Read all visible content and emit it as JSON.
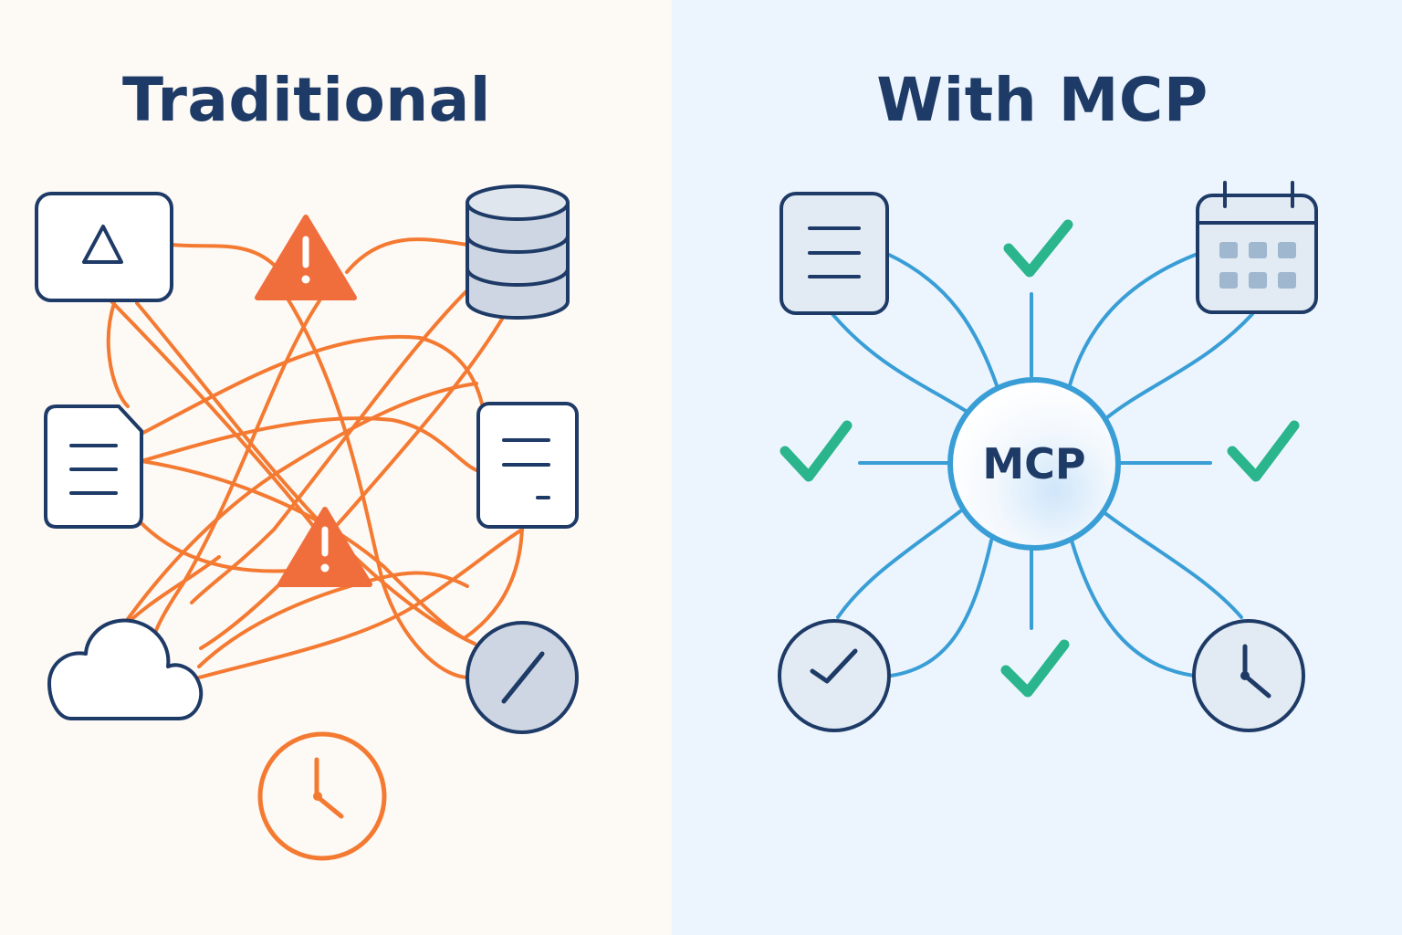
{
  "left": {
    "title": "Traditional",
    "nodes": [
      {
        "name": "drive-box",
        "icon": "triangle-icon"
      },
      {
        "name": "database",
        "icon": "database-icon"
      },
      {
        "name": "document-left",
        "icon": "document-icon"
      },
      {
        "name": "document-right",
        "icon": "document-icon"
      },
      {
        "name": "cloud",
        "icon": "cloud-icon"
      },
      {
        "name": "blocked-circle",
        "icon": "slash-circle-icon"
      }
    ],
    "alerts": [
      {
        "icon": "warning-icon"
      },
      {
        "icon": "warning-icon"
      }
    ],
    "timer_icon": "clock-icon"
  },
  "right": {
    "title": "With MCP",
    "hub_label": "MCP",
    "nodes": [
      {
        "name": "document",
        "icon": "document-icon"
      },
      {
        "name": "calendar",
        "icon": "calendar-icon"
      },
      {
        "name": "check-clock",
        "icon": "check-circle-icon"
      },
      {
        "name": "clock",
        "icon": "clock-icon"
      }
    ],
    "checks": 4
  },
  "colors": {
    "left_bg": "#fdf9f5",
    "right_bg": "#ecf5fd",
    "navy": "#1e3a66",
    "orange": "#f47a32",
    "alert_orange": "#f06e3c",
    "blue_line": "#3a9ed6",
    "check_green": "#2bb58c",
    "node_fill_gray": "#cdd6e2"
  }
}
